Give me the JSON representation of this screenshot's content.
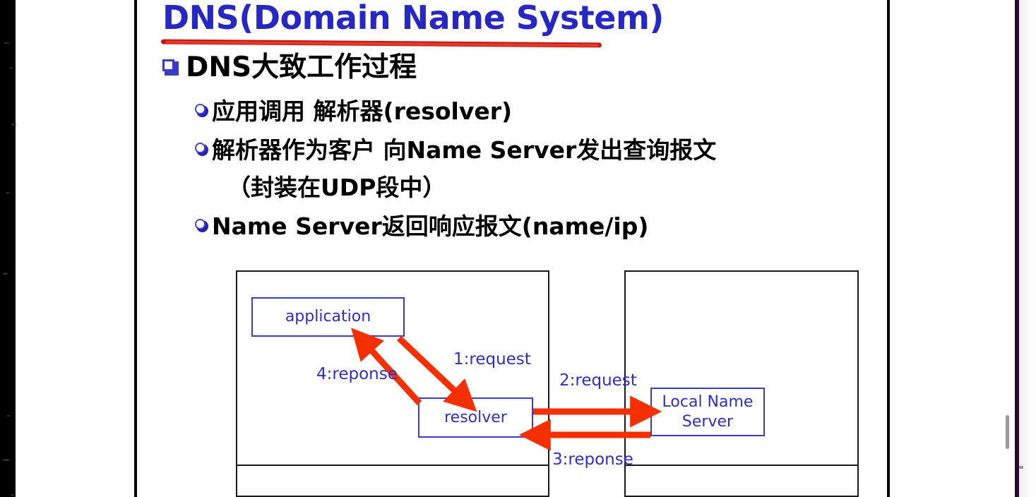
{
  "slide": {
    "title": "DNS(Domain Name System)",
    "heading": "DNS大致工作过程",
    "bullets": [
      {
        "text": "应用调用 解析器(resolver)",
        "continuation": ""
      },
      {
        "text": "解析器作为客户 向Name Server发出查询报文",
        "continuation": "（封装在UDP段中）"
      },
      {
        "text": "Name Server返回响应报文(name/ip)",
        "continuation": ""
      }
    ]
  },
  "diagram": {
    "nodes": {
      "application": "application",
      "resolver": "resolver",
      "local_name_server": "Local Name\nServer"
    },
    "edges": [
      {
        "id": "1",
        "label": "1:request",
        "from": "application",
        "to": "resolver"
      },
      {
        "id": "2",
        "label": "2:request",
        "from": "resolver",
        "to": "local_name_server"
      },
      {
        "id": "3",
        "label": "3:reponse",
        "from": "local_name_server",
        "to": "resolver"
      },
      {
        "id": "4",
        "label": "4:reponse",
        "from": "resolver",
        "to": "application"
      }
    ],
    "labels": {
      "e1": "1:request",
      "e2": "2:request",
      "e3": "3:reponse",
      "e4": "4:reponse"
    }
  },
  "colors": {
    "title_blue": "#2727c4",
    "underline_red": "#c51616",
    "arrow_orange": "#f43000",
    "node_blue": "#2e2ecd",
    "box_black": "#1a1a1a"
  }
}
